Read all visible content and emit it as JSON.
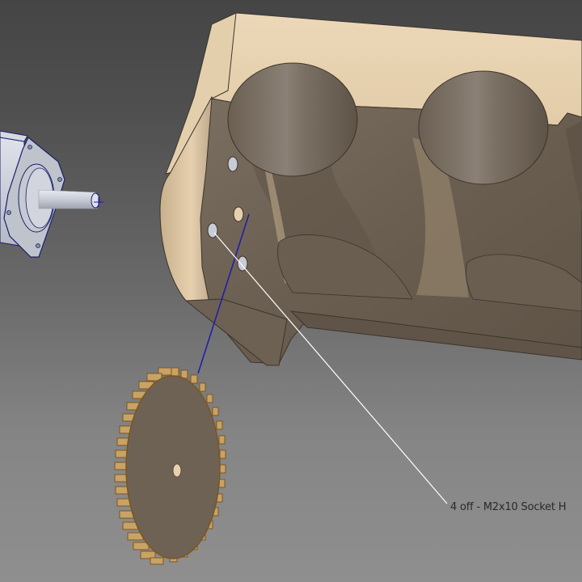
{
  "app": {
    "type": "3D CAD viewport",
    "view": "exploded assembly"
  },
  "viewport": {
    "background_top": "#454545",
    "background_bottom": "#8f8f8f"
  },
  "parts": [
    {
      "name": "stepper-motor",
      "color": "#c8cbd4",
      "edge_color": "#1a1f6b"
    },
    {
      "name": "housing-block",
      "face_color": "#e6d2b0",
      "cut_color": "#6e6254"
    },
    {
      "name": "spur-gear",
      "color": "#c9a266",
      "face_color": "#6e6254"
    }
  ],
  "annotation": {
    "text": "4 off - M2x10 Socket H",
    "leader_color": "#ffffff"
  },
  "axis_line": {
    "color": "#1c1cb0"
  }
}
